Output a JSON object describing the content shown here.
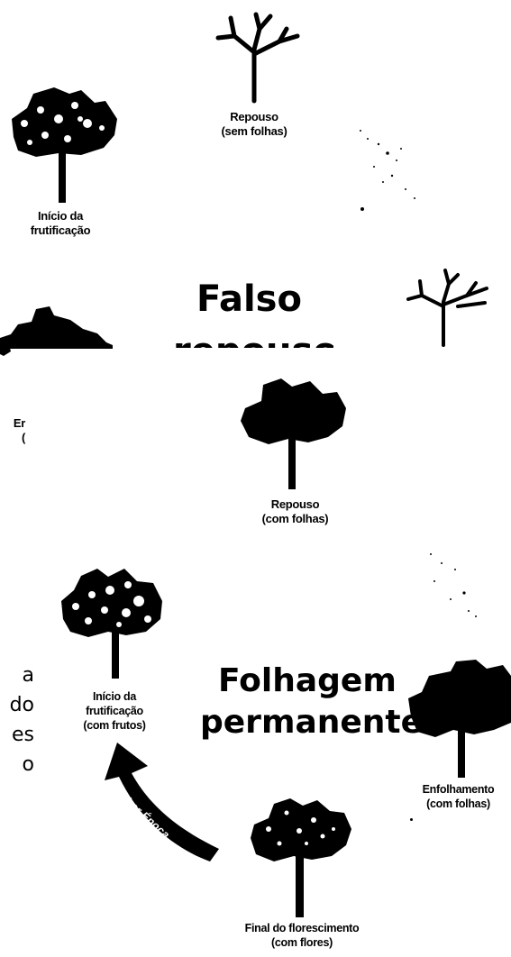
{
  "labels": {
    "repouso_sem_folhas": {
      "line1": "Repouso",
      "line2": "(sem folhas)"
    },
    "inicio_frutificacao_top": {
      "line1": "Início da",
      "line2": "frutificação"
    },
    "enfolhamento_partial": {
      "line1": "Er",
      "line2": "("
    },
    "repouso_com_folhas": {
      "line1": "Repouso",
      "line2": "(com folhas)"
    },
    "inicio_frutificacao_bottom": {
      "line1": "Início da",
      "line2": "frutificação",
      "line3": "(com frutos)"
    },
    "enfolhamento_com_folhas": {
      "line1": "Enfolhamento",
      "line2": "(com folhas)"
    },
    "final_florescimento": {
      "line1": "Final do florescimento",
      "line2": "(com flores)"
    }
  },
  "headings": {
    "falso_line1": "Falso",
    "falso_line2_partial": "repouso",
    "folhagem_line1": "Folhagem",
    "folhagem_line2": "permanente"
  },
  "arrow_text": "Melhor Época",
  "side_text": [
    "a",
    "do",
    "es",
    "o"
  ],
  "colors": {
    "ink": "#000000",
    "flower": "#ffffff",
    "background": "#ffffff"
  }
}
